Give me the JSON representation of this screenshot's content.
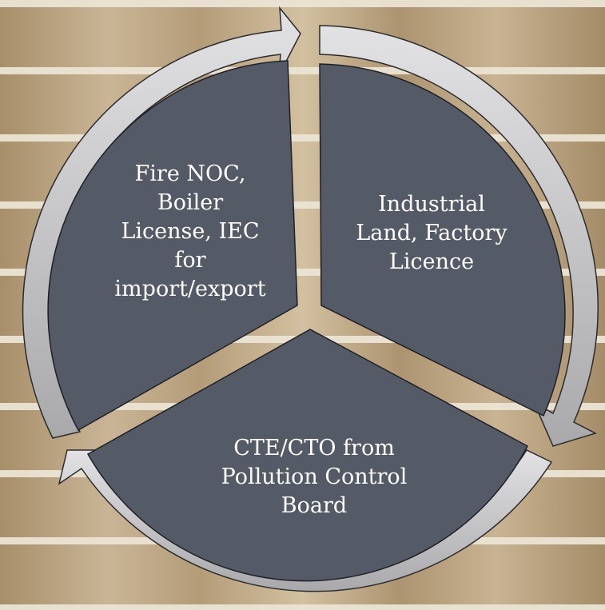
{
  "diagram": {
    "type": "cycle",
    "colors": {
      "segment_fill": "#545a66",
      "arrow_fill": "#c4c4c6",
      "text": "#ffffff"
    },
    "segments": [
      {
        "id": "industrial-land",
        "lines": [
          "Industrial",
          "Land, Factory",
          "Licence"
        ]
      },
      {
        "id": "pollution-control",
        "lines": [
          "CTE/CTO from",
          "Pollution Control",
          "Board"
        ]
      },
      {
        "id": "fire-noc",
        "lines": [
          "Fire NOC,",
          "Boiler",
          "License, IEC",
          "for",
          "import/export"
        ]
      }
    ]
  }
}
